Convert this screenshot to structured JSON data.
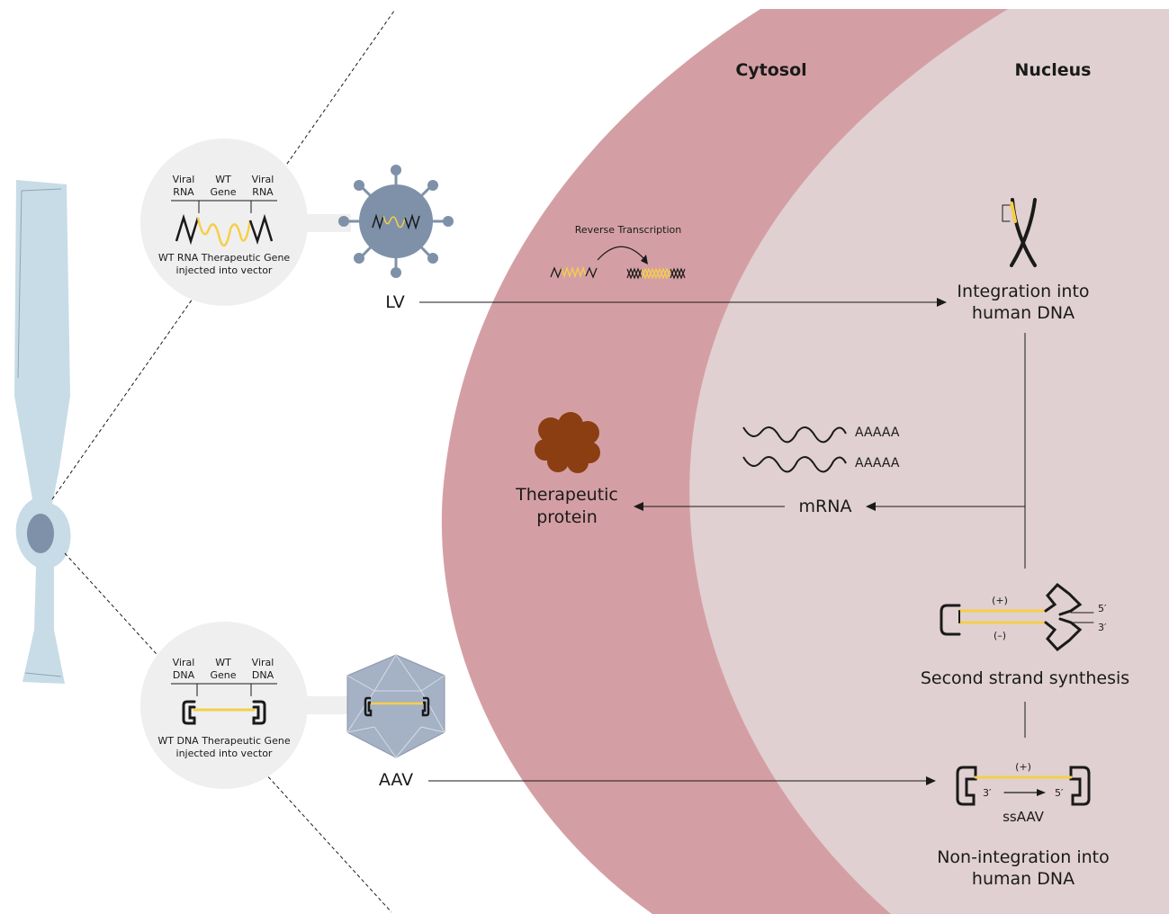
{
  "regions": {
    "cytosol": "Cytosol",
    "nucleus": "Nucleus"
  },
  "lv_inset": {
    "viral_rna_left_1": "Viral",
    "viral_rna_left_2": "RNA",
    "wt_gene_1": "WT",
    "wt_gene_2": "Gene",
    "viral_rna_right_1": "Viral",
    "viral_rna_right_2": "RNA",
    "caption_1": "WT RNA Therapeutic Gene",
    "caption_2": "injected into vector"
  },
  "aav_inset": {
    "viral_dna_left_1": "Viral",
    "viral_dna_left_2": "DNA",
    "wt_gene_1": "WT",
    "wt_gene_2": "Gene",
    "viral_dna_right_1": "Viral",
    "viral_dna_right_2": "DNA",
    "caption_1": "WT DNA Therapeutic Gene",
    "caption_2": "injected into vector"
  },
  "vectors": {
    "lv": "LV",
    "aav": "AAV"
  },
  "pathway": {
    "reverse_transcription": "Reverse Transcription",
    "integration_1": "Integration into",
    "integration_2": "human DNA",
    "mrna": "mRNA",
    "poly_a_1": "AAAAA",
    "poly_a_2": "AAAAA",
    "protein_1": "Therapeutic",
    "protein_2": "protein",
    "second_strand": "Second strand synthesis",
    "plus_top": "(+)",
    "minus": "(–)",
    "five_prime_top": "5′",
    "three_prime_top": "3′",
    "plus_bottom": "(+)",
    "three_prime_bottom": "3′",
    "five_prime_bottom": "5′",
    "ssaav": "ssAAV",
    "non_integration_1": "Non-integration into",
    "non_integration_2": "human DNA"
  },
  "colors": {
    "cytosol": "#d49fa4",
    "nucleus": "#e0d0d1",
    "gene_yellow": "#f5cf4a",
    "lv_body": "#7e91a8",
    "aav_body": "#a5b1c4",
    "cell": "#c7dce6",
    "protein": "#8b3e12",
    "inset_bg": "#efefef"
  }
}
